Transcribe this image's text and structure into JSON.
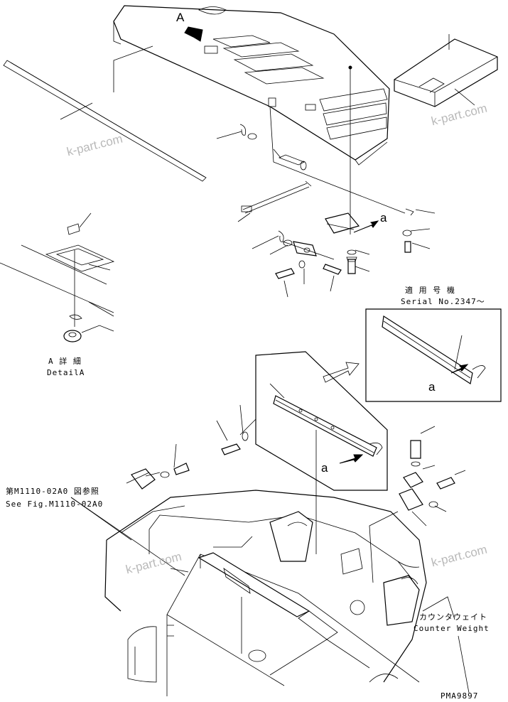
{
  "labels": {
    "view_a": "A",
    "ref_a1": "a",
    "ref_a2": "a",
    "ref_a3": "a",
    "serial_jp": "適 用 号 機",
    "serial_en": "Serial No.2347～",
    "detail_jp": "A 詳 細",
    "detail_en": "DetailA",
    "see_fig_jp": "第M1110-02A0 図参照",
    "see_fig_en": "See Fig.M1110-02A0",
    "counter_jp": "カウンタウェイト",
    "counter_en": "Counter Weight",
    "code": "PMA9897"
  },
  "watermarks": [
    "k-part.com",
    "k-part.com",
    "k-part.com",
    "k-part.com"
  ],
  "colors": {
    "line": "#000000",
    "watermark": "#b9b9b9",
    "background": "#ffffff"
  }
}
